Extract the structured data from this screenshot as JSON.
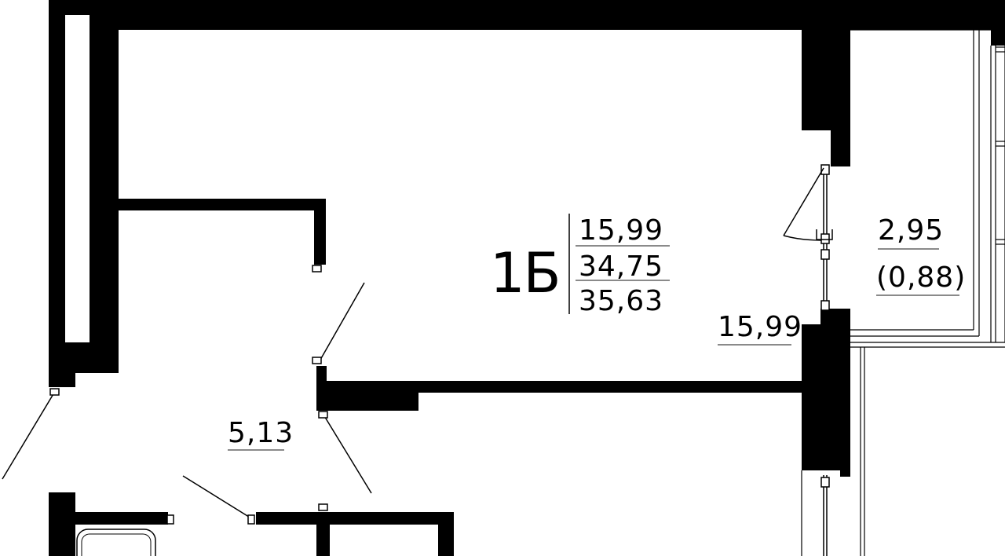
{
  "plan": {
    "apartment_type": "1Б",
    "areas": {
      "living": "15,99",
      "total": "34,75",
      "total_with_balcony": "35,63"
    },
    "rooms": {
      "main_room_area": "15,99",
      "hall_area": "5,13",
      "balcony_area": "2,95",
      "balcony_reduced_area": "(0,88)"
    },
    "colors": {
      "wall": "#000000",
      "background": "#ffffff",
      "underline": "#444444"
    }
  }
}
